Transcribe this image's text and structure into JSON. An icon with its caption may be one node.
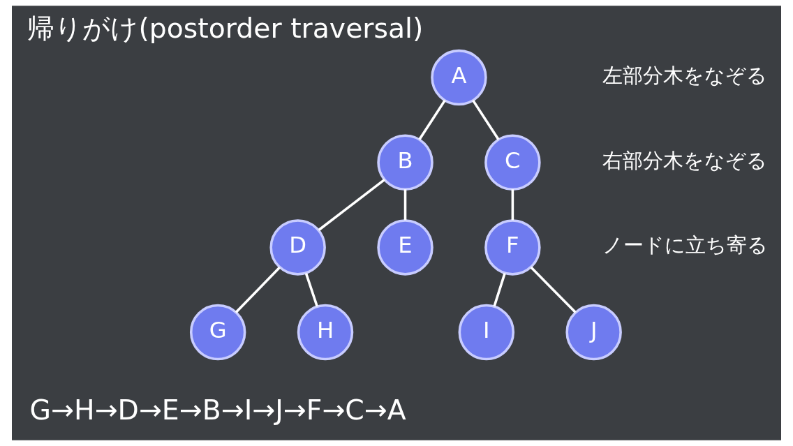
{
  "diagram": {
    "title": "帰りがけ(postorder traversal)",
    "nodes": [
      {
        "text": [
          "A"
        ]
      },
      {
        "text": [
          "B"
        ]
      },
      {
        "text": [
          "C"
        ]
      },
      {
        "text": [
          "D"
        ]
      },
      {
        "text": [
          "E"
        ]
      },
      {
        "text": [
          "F"
        ]
      },
      {
        "text": [
          "G"
        ]
      },
      {
        "text": [
          "H"
        ]
      },
      {
        "text": [
          "I"
        ]
      },
      {
        "text": [
          "J"
        ]
      }
    ],
    "edges": [
      {
        "from": 0,
        "to": 1,
        "arrow": "none"
      },
      {
        "from": 0,
        "to": 2,
        "arrow": "none"
      },
      {
        "from": 1,
        "to": 3,
        "arrow": "none"
      },
      {
        "from": 1,
        "to": 4,
        "arrow": "none"
      },
      {
        "from": 3,
        "to": 6,
        "arrow": "none"
      },
      {
        "from": 3,
        "to": 7,
        "arrow": "none"
      },
      {
        "from": 2,
        "to": 5,
        "arrow": "none"
      },
      {
        "from": 5,
        "to": 8,
        "arrow": "none"
      },
      {
        "from": 5,
        "to": 9,
        "arrow": "none"
      }
    ],
    "labels": [
      "左部分木をなぞる",
      "右部分木をなぞる",
      "ノードに立ち寄る",
      "G→H→D→E→B→I→J→F→C→A"
    ]
  }
}
